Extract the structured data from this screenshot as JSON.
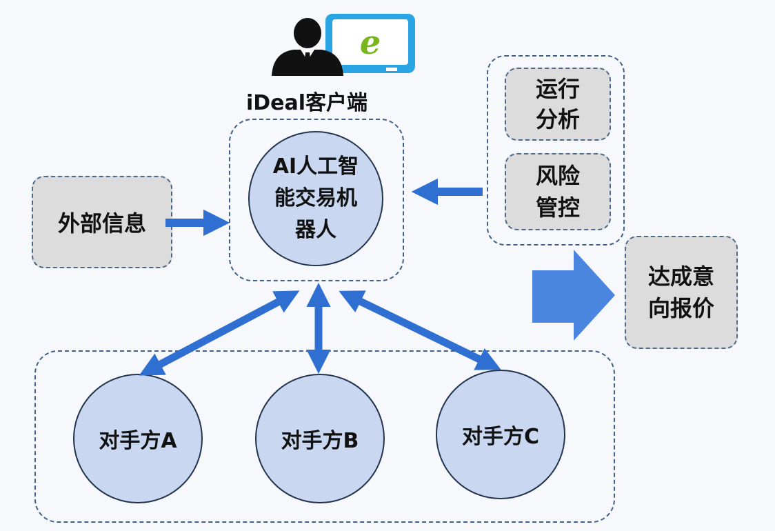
{
  "client": {
    "label": "iDeal客户端",
    "screen_icon": "e"
  },
  "center": {
    "lines": [
      "AI人工智",
      "能交易机",
      "器人"
    ]
  },
  "external_info": {
    "label": "外部信息"
  },
  "right_panel": {
    "box1": [
      "运行",
      "分析"
    ],
    "box2": [
      "风险",
      "管控"
    ]
  },
  "result": {
    "lines": [
      "达成意",
      "向报价"
    ]
  },
  "counterparties": [
    {
      "label": "对手方A"
    },
    {
      "label": "对手方B"
    },
    {
      "label": "对手方C"
    }
  ],
  "colors": {
    "arrow": "#2f6fd2",
    "circle_fill": "#c9d7f1",
    "box_fill": "#dcdcdc"
  }
}
